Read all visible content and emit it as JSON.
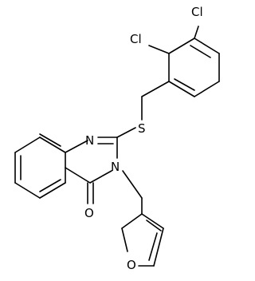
{
  "atoms": [
    {
      "id": "cl1",
      "symbol": "Cl"
    },
    {
      "id": "cl2",
      "symbol": "Cl"
    },
    {
      "id": "s1",
      "symbol": "S"
    },
    {
      "id": "n1",
      "symbol": "N"
    },
    {
      "id": "n3",
      "symbol": "N"
    },
    {
      "id": "o_carbonyl",
      "symbol": "O"
    },
    {
      "id": "o_furan",
      "symbol": "O"
    }
  ]
}
